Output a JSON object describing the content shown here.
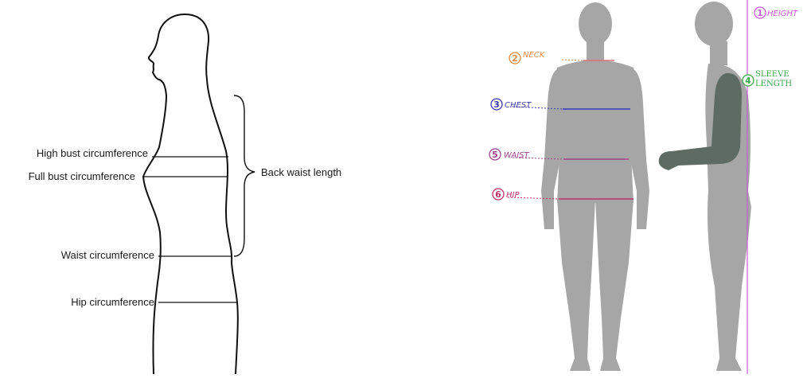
{
  "left_diagram": {
    "labels": {
      "high_bust": "High bust circumference",
      "full_bust": "Full bust circumference",
      "back_waist": "Back waist length",
      "waist": "Waist circumference",
      "hip": "Hip circumference"
    }
  },
  "right_diagram": {
    "markers": [
      {
        "num": "1",
        "label": "HEIGHT",
        "color": "#c85ad6"
      },
      {
        "num": "2",
        "label": "NECK",
        "color": "#e08a4a"
      },
      {
        "num": "3",
        "label": "CHEST",
        "color": "#3a3aa8"
      },
      {
        "num": "4",
        "label": "SLEEVE",
        "label2": "LENGTH",
        "color": "#3aa84a"
      },
      {
        "num": "5",
        "label": "WAIST",
        "color": "#a0408a"
      },
      {
        "num": "6",
        "label": "HIP",
        "color": "#c0306a"
      }
    ]
  },
  "colors": {
    "figure_gray": "#a6a6a6",
    "arm_dark": "#5d6b64",
    "outline": "#111111"
  }
}
